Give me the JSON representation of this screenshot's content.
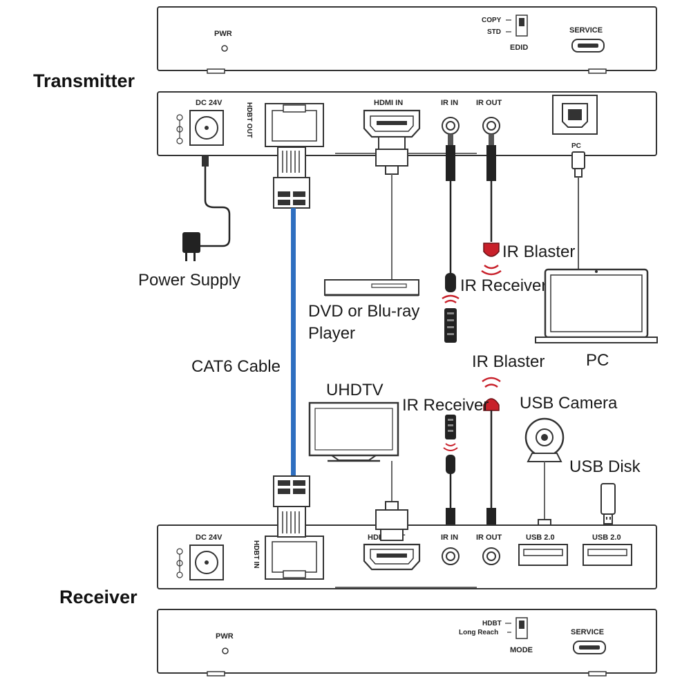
{
  "transmitter": {
    "title": "Transmitter",
    "top_panel": {
      "pwr": "PWR",
      "switch_copy": "COPY",
      "switch_std": "STD",
      "edid": "EDID",
      "service": "SERVICE"
    },
    "rear_panel": {
      "dc": "DC 24V",
      "hdbt": "HDBT OUT",
      "hdmi": "HDMI IN",
      "ir_in": "IR IN",
      "ir_out": "IR OUT",
      "pc": "PC"
    }
  },
  "receiver": {
    "title": "Receiver",
    "top_panel": {
      "dc": "DC 24V",
      "hdbt": "HDBT IN",
      "hdmi": "HDMI OUT",
      "ir_in": "IR IN",
      "ir_out": "IR OUT",
      "usb1": "USB 2.0",
      "usb2": "USB 2.0"
    },
    "bottom_panel": {
      "pwr": "PWR",
      "hdbt_label": "HDBT",
      "long_reach": "Long Reach",
      "mode": "MODE",
      "service": "SERVICE"
    }
  },
  "devices": {
    "power_supply": "Power Supply",
    "dvd_line1": "DVD or Blu-ray",
    "dvd_line2": "Player",
    "ir_receiver_tx": "IR Receiver",
    "ir_blaster_tx": "IR Blaster",
    "pc": "PC",
    "cat6": "CAT6 Cable",
    "uhdtv": "UHDTV",
    "ir_blaster_rx": "IR Blaster",
    "ir_receiver_rx": "IR Receiver",
    "usb_camera": "USB Camera",
    "usb_disk": "USB Disk"
  },
  "colors": {
    "cat6_cable": "#2f6fc0",
    "ir_red": "#c8202a",
    "panel_stroke": "#333333"
  }
}
